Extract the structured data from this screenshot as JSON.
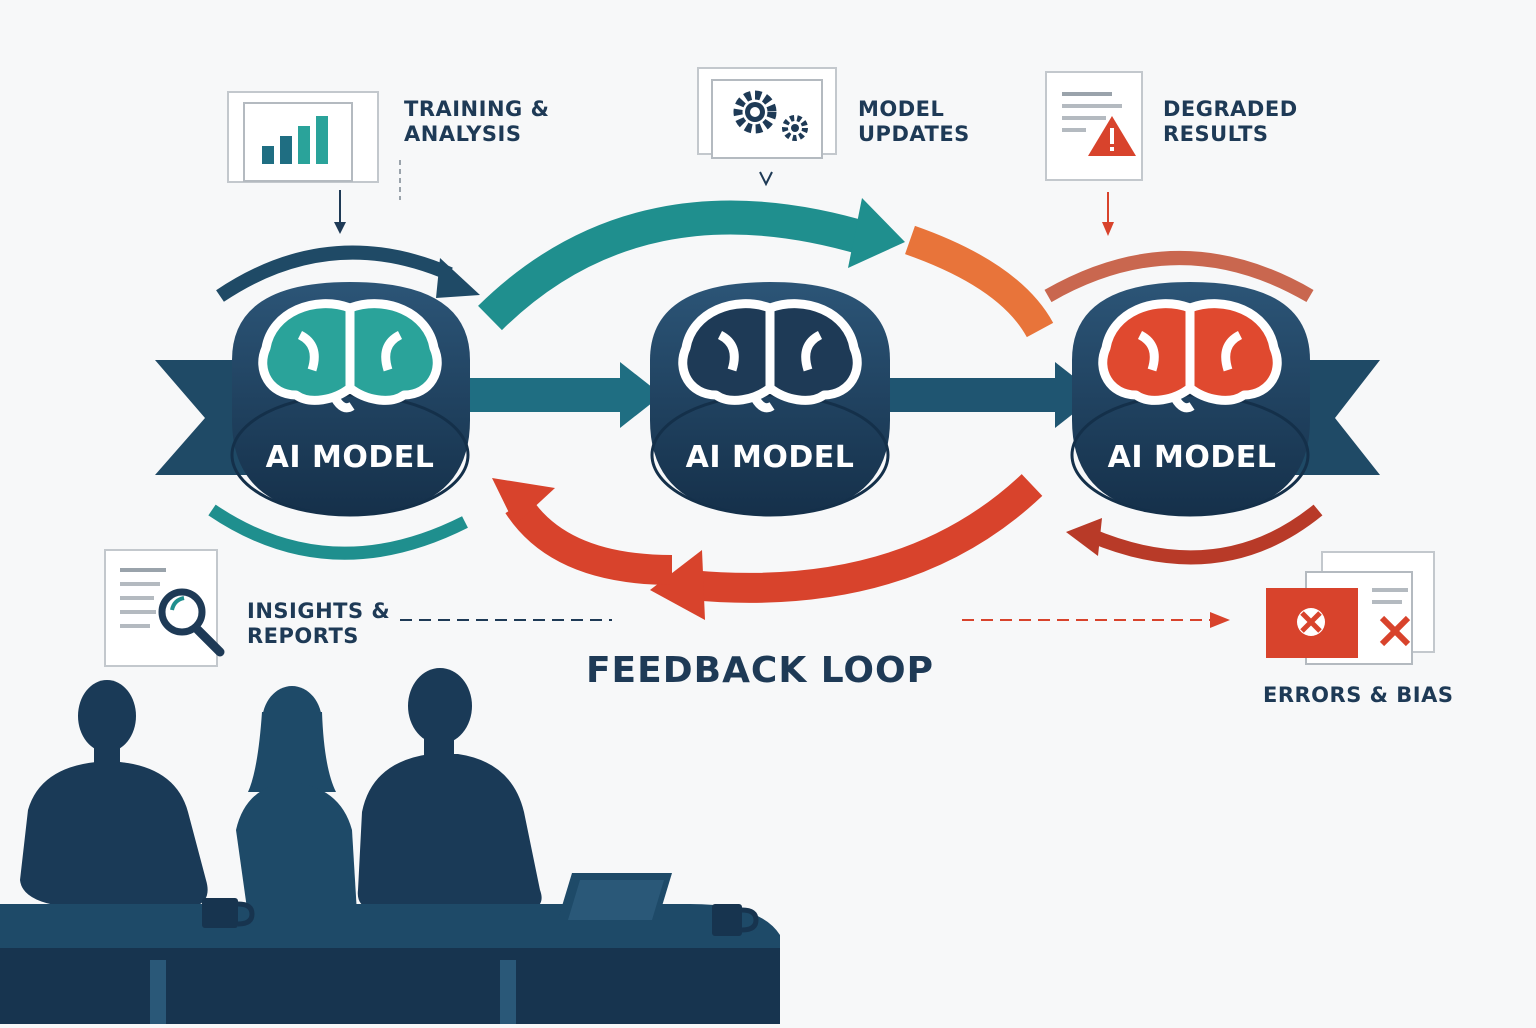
{
  "title": "FEEDBACK LOOP",
  "models": [
    {
      "label": "AI MODEL",
      "brain_color": "#2aa39a"
    },
    {
      "label": "AI MODEL",
      "brain_color": "#1e3a56"
    },
    {
      "label": "AI MODEL",
      "brain_color": "#e0492f"
    }
  ],
  "stages": {
    "training": "TRAINING &\nANALYSIS",
    "updates": "MODEL\nUPDATES",
    "degraded": "DEGRADED\nRESULTS",
    "insights": "INSIGHTS &\nREPORTS",
    "errors": "ERRORS & BIAS"
  },
  "colors": {
    "navy": "#1e3a56",
    "teal": "#1f8f8e",
    "red": "#d8432c",
    "orange": "#e8743a",
    "background": "#f7f8f9"
  }
}
